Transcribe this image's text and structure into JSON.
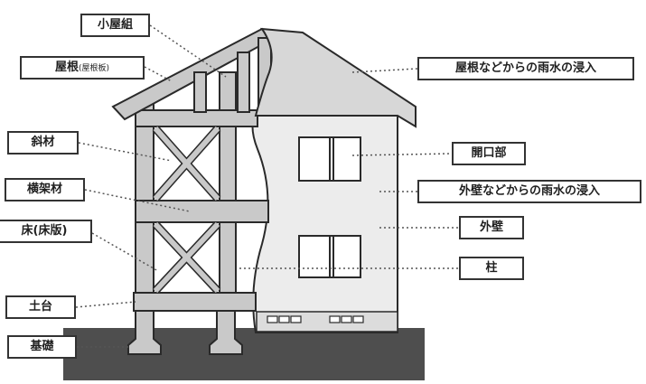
{
  "labels": {
    "koya_gumi": "小屋組",
    "yane_main": "屋根",
    "yane_sub": "(屋根板)",
    "shazai": "斜材",
    "yoko_kazai": "横架材",
    "yuka": "床(床版)",
    "dodai": "土台",
    "kiso": "基礎",
    "roof_leak": "屋根などからの雨水の浸入",
    "kaiko": "開口部",
    "wall_leak": "外壁などからの雨水の浸入",
    "gaiheki": "外壁",
    "hashira": "柱"
  },
  "colors": {
    "ground": "#4e4e4e",
    "frame": "#c9c9c9",
    "wall": "#ececec",
    "roof_finish": "#d7d7d7",
    "outline": "#2a2a2a",
    "leader": "#555555"
  }
}
